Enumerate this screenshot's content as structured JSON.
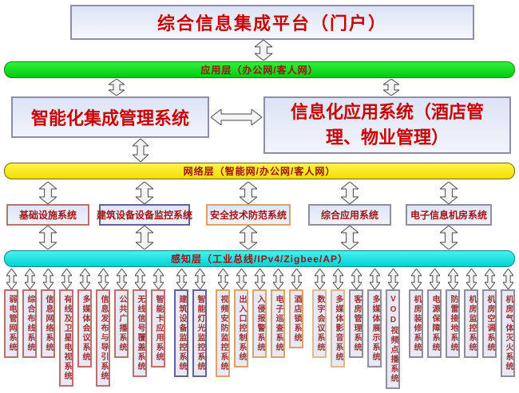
{
  "title": "综合信息集成平台（门户）",
  "layer_bars": {
    "application": "应用层（办公网/客人网）",
    "network": "网络层（智能网/办公网/客人网）",
    "perception": "感知层（工业总线/IPv4/Zigbee/AP）"
  },
  "main_systems": {
    "integrated_management": "智能化集成管理系统",
    "information_application": "信息化应用系统（酒店管理、物业管理）"
  },
  "mid_systems": [
    {
      "label": "基础设施系统",
      "color_key": "red"
    },
    {
      "label": "建筑设备设备监控系统",
      "color_key": "blue"
    },
    {
      "label": "安全技术防范系统",
      "color_key": "orange"
    },
    {
      "label": "综合应用系统",
      "color_key": "gray"
    },
    {
      "label": "电子信息机房系统",
      "color_key": "gray"
    }
  ],
  "bottom_systems": [
    {
      "label": "弱电管网系统",
      "color_key": "red"
    },
    {
      "label": "综合布线系统",
      "color_key": "red"
    },
    {
      "label": "信息网络系统",
      "color_key": "red"
    },
    {
      "label": "有线及卫星电视系统",
      "color_key": "red"
    },
    {
      "label": "多媒体会议系统",
      "color_key": "red"
    },
    {
      "label": "信息发布与导引系统",
      "color_key": "red"
    },
    {
      "label": "公共广播系统",
      "color_key": "red"
    },
    {
      "label": "无线信号覆盖系统",
      "color_key": "red"
    },
    {
      "label": "智能卡应用系统",
      "color_key": "red"
    },
    {
      "label": "建筑设备监控系统",
      "color_key": "blue"
    },
    {
      "label": "智能灯光监控系统",
      "color_key": "blue"
    },
    {
      "label": "视频安防监控系统",
      "color_key": "orange"
    },
    {
      "label": "出入口控制系统",
      "color_key": "orange"
    },
    {
      "label": "入侵报警系统",
      "color_key": "orange"
    },
    {
      "label": "电子巡查系统",
      "color_key": "orange"
    },
    {
      "label": "酒店锁系统",
      "color_key": "orange"
    },
    {
      "label": "数字会议系统",
      "color_key": "tan"
    },
    {
      "label": "多媒体影音系统",
      "color_key": "tan"
    },
    {
      "label": "客房管理系统",
      "color_key": "gray"
    },
    {
      "label": "多媒体展示系统",
      "color_key": "gray"
    },
    {
      "label": "VOD视频点播系统",
      "color_key": "gray"
    },
    {
      "label": "机房装修系统",
      "color_key": "gray"
    },
    {
      "label": "电源保障系统",
      "color_key": "gray"
    },
    {
      "label": "防雷接地系统",
      "color_key": "gray"
    },
    {
      "label": "机房监控系统",
      "color_key": "gray"
    },
    {
      "label": "机房空调系统",
      "color_key": "gray"
    },
    {
      "label": "机房气体灭火系统",
      "color_key": "gray"
    }
  ],
  "colors": {
    "title_red": "#c80000",
    "label_red": "#a01212",
    "application_bar_green": "#00d815",
    "network_bar_yellow": "#f8e400",
    "perception_bar_cyan": "#00dede",
    "box_fill": "#e3e8f6",
    "vertical_box_fill": "#eae8f4",
    "group_palette": {
      "red": "#bb7070",
      "blue": "#63639a",
      "orange": "#d9a369",
      "tan": "#d9bb92",
      "gray": "#8f8f9c"
    }
  }
}
